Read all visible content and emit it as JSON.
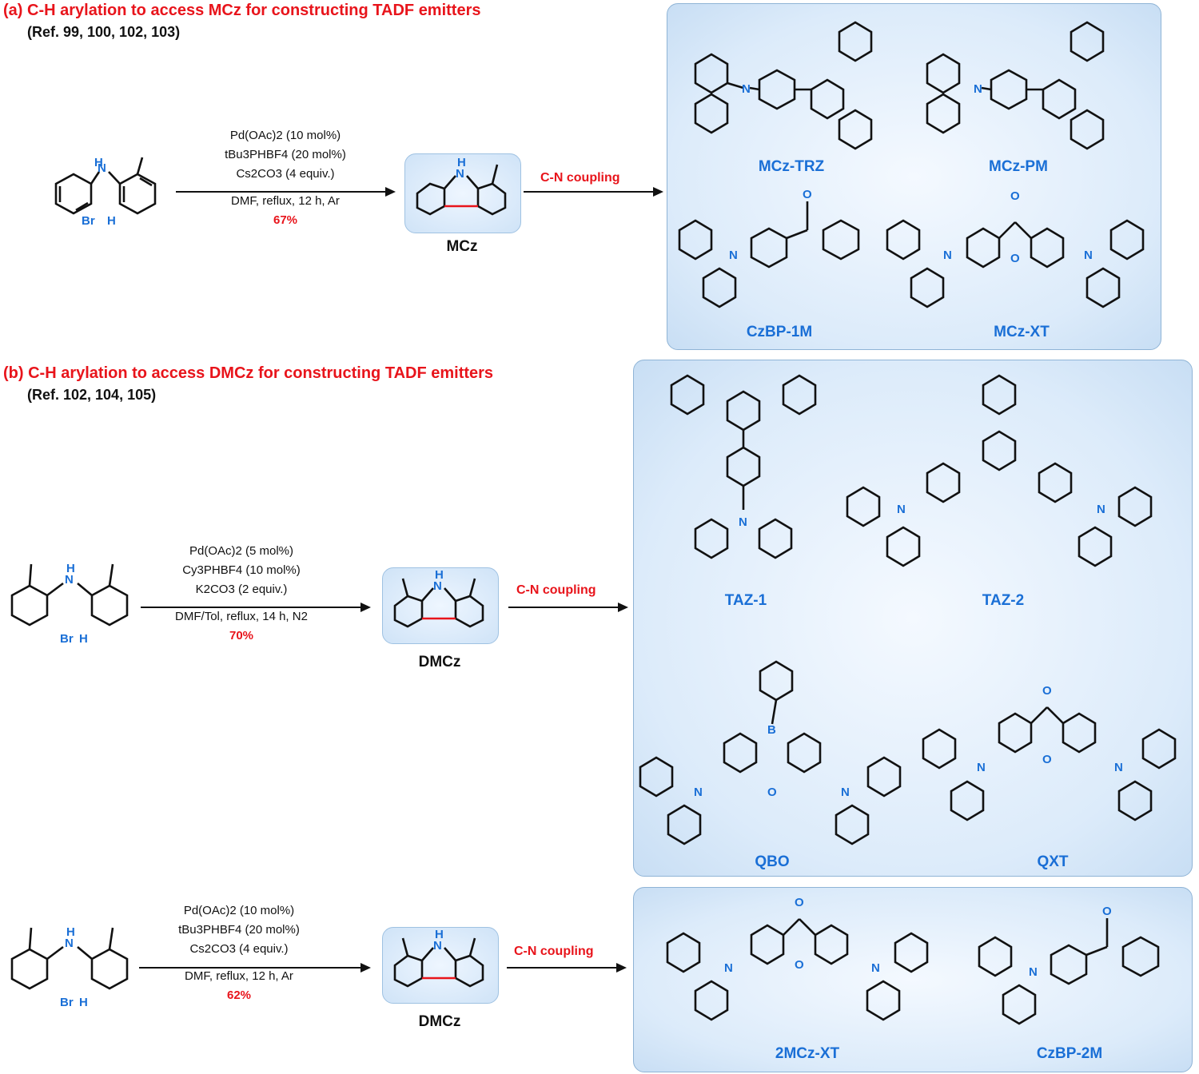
{
  "section_a": {
    "title": "(a) C-H arylation to access MCz for constructing TADF emitters",
    "refs": "(Ref. 99, 100, 102, 103)",
    "conditions": [
      "Pd(OAc)2 (10 mol%)",
      "tBu3PHBF4 (20 mol%)",
      "Cs2CO3 (4 equiv.)",
      "DMF, reflux, 12 h, Ar"
    ],
    "yield": "67%",
    "product": "MCz",
    "coupling": "C-N coupling",
    "atoms": {
      "nh": "H",
      "n": "N",
      "br": "Br",
      "h": "H"
    },
    "emitters": [
      "MCz-TRZ",
      "MCz-PM",
      "CzBP-1M",
      "MCz-XT"
    ]
  },
  "section_b": {
    "title": "(b) C-H arylation to access DMCz for constructing TADF emitters",
    "refs": "(Ref. 102, 104, 105)",
    "reaction1": {
      "conditions": [
        "Pd(OAc)2 (5 mol%)",
        "Cy3PHBF4 (10 mol%)",
        "K2CO3 (2 equiv.)",
        "DMF/Tol, reflux, 14 h, N2"
      ],
      "yield": "70%",
      "product": "DMCz",
      "coupling": "C-N coupling"
    },
    "reaction2": {
      "conditions": [
        "Pd(OAc)2 (10 mol%)",
        "tBu3PHBF4 (20 mol%)",
        "Cs2CO3 (4 equiv.)",
        "DMF, reflux, 12 h, Ar"
      ],
      "yield": "62%",
      "product": "DMCz",
      "coupling": "C-N coupling"
    },
    "emitters_1": [
      "TAZ-1",
      "TAZ-2",
      "QBO",
      "QXT"
    ],
    "emitters_2": [
      "2MCz-XT",
      "CzBP-2M"
    ]
  },
  "colors": {
    "accent_red": "#e8141b",
    "label_blue": "#1a6fd6",
    "panel_blue": "#dcebfa"
  }
}
